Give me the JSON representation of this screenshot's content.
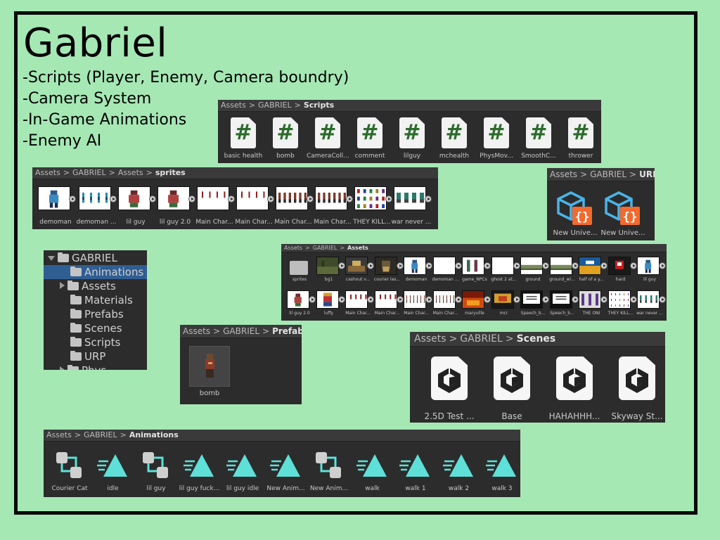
{
  "title": "Gabriel",
  "bullets": [
    "-Scripts (Player, Enemy, Camera boundry)",
    "-Camera System",
    "-In-Game Animations",
    "-Enemy AI"
  ],
  "colors": {
    "background": "#a5e8b4",
    "panel": "#2c2c2c",
    "selection": "#2f5e93",
    "script_hash": "#2a6b2a",
    "urp_blue": "#4ab4e8",
    "urp_orange": "#f26a2f",
    "anim_cyan": "#5ee0d8"
  },
  "scripts_panel": {
    "breadcrumb": [
      "Assets",
      "GABRIEL",
      "Scripts"
    ],
    "icon": "csharp-script-icon",
    "glyph": "#",
    "items": [
      "basic health",
      "bomb",
      "CameraColl...",
      "comment",
      "lilguy",
      "mchealth",
      "PhysMov...",
      "SmoothC...",
      "thrower"
    ]
  },
  "sprites_panel": {
    "breadcrumb": [
      "Assets",
      "GABRIEL",
      "Assets",
      "sprites"
    ],
    "items": [
      "demoman",
      "demoman ...",
      "lil guy",
      "lil guy 2.0",
      "Main Char...",
      "Main Char...",
      "Main Char...",
      "Main Char...",
      "THEY KILL...",
      "war never ..."
    ]
  },
  "urp_panel": {
    "breadcrumb": [
      "Assets",
      "GABRIEL",
      "URP"
    ],
    "icon": "render-pipeline-asset-icon",
    "glyph": "{}",
    "items": [
      "New Unive...",
      "New Unive..."
    ]
  },
  "tree_panel": {
    "root": "GABRIEL",
    "items": [
      "Animations",
      "Assets",
      "Materials",
      "Prefabs",
      "Scenes",
      "Scripts",
      "URP",
      "Phys"
    ],
    "selected": "Animations"
  },
  "assets_panel": {
    "breadcrumb": [
      "Assets",
      "GABRIEL",
      "Assets"
    ],
    "row1": [
      "sprites",
      "bg1",
      "cashout v...",
      "courier las...",
      "demoman",
      "demoman ...",
      "game_NPCs",
      "ghost 2 at...",
      "ground",
      "ground_wi...",
      "half of a y...",
      "hard",
      "lil guy"
    ],
    "row2": [
      "lil guy 2.0",
      "luffy",
      "Main Char...",
      "Main Char...",
      "Main Char...",
      "Main Char...",
      "maryville",
      "mcr",
      "Speech_b...",
      "Speech_b...",
      "THE ONI",
      "THEY KILL...",
      "war never ..."
    ]
  },
  "prefabs_panel": {
    "breadcrumb": [
      "Assets",
      "GABRIEL",
      "Prefabs"
    ],
    "items": [
      "bomb"
    ]
  },
  "scenes_panel": {
    "breadcrumb": [
      "Assets",
      "GABRIEL",
      "Scenes"
    ],
    "icon": "unity-scene-icon",
    "items": [
      "2.5D Test ...",
      "Base",
      "HAHAHHH...",
      "Skyway St..."
    ]
  },
  "animations_panel": {
    "breadcrumb": [
      "Assets",
      "GABRIEL",
      "Animations"
    ],
    "items": [
      {
        "label": "Courier Cat",
        "icon": "animator-controller-icon"
      },
      {
        "label": "idle",
        "icon": "animation-clip-icon"
      },
      {
        "label": "lil guy",
        "icon": "animator-controller-icon"
      },
      {
        "label": "lil guy fuck...",
        "icon": "animation-clip-icon"
      },
      {
        "label": "lil guy idle",
        "icon": "animation-clip-icon"
      },
      {
        "label": "New Anim...",
        "icon": "animation-clip-icon"
      },
      {
        "label": "New Anim...",
        "icon": "animator-controller-icon"
      },
      {
        "label": "walk",
        "icon": "animation-clip-icon"
      },
      {
        "label": "walk 1",
        "icon": "animation-clip-icon"
      },
      {
        "label": "walk 2",
        "icon": "animation-clip-icon"
      },
      {
        "label": "walk 3",
        "icon": "animation-clip-icon"
      }
    ]
  }
}
